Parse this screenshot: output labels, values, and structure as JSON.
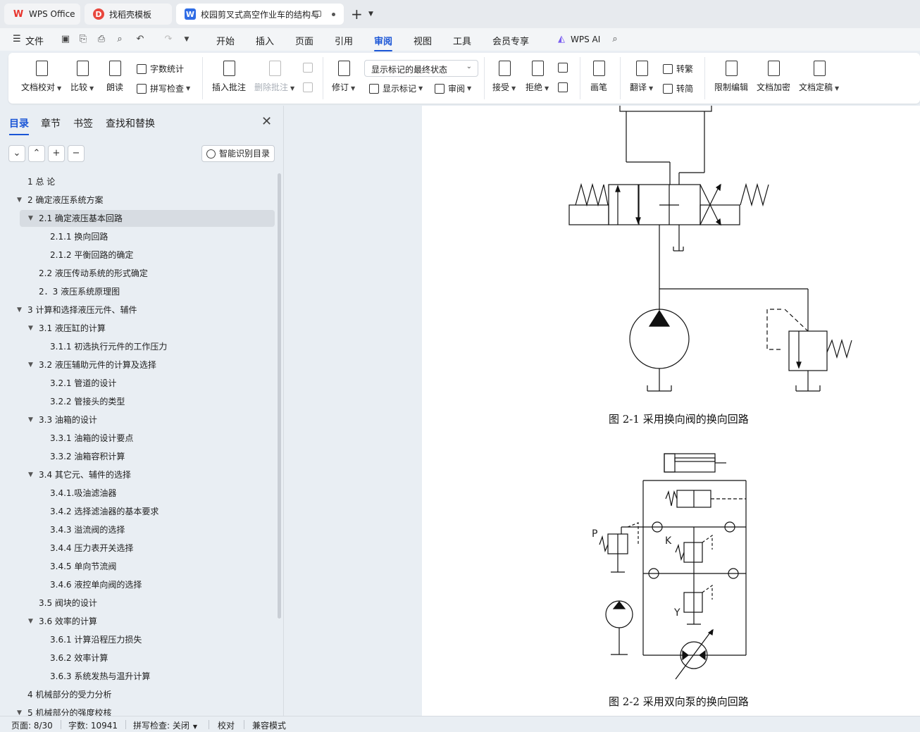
{
  "tabs": [
    {
      "label": "WPS Office"
    },
    {
      "label": "找稻壳模板"
    },
    {
      "label": "校园剪叉式高空作业车的结构与"
    }
  ],
  "menu": {
    "file": "文件",
    "items": [
      "开始",
      "插入",
      "页面",
      "引用",
      "审阅",
      "视图",
      "工具",
      "会员专享"
    ],
    "active": "审阅",
    "wps_ai": "WPS AI"
  },
  "ribbon": {
    "doc_check": "文档校对",
    "compare": "比较",
    "read_aloud": "朗读",
    "word_count": "字数统计",
    "spell_check": "拼写检查",
    "insert_comment": "插入批注",
    "delete_comment": "删除批注",
    "track_changes": "修订",
    "markup_state": "显示标记的最终状态",
    "show_markup": "显示标记",
    "review": "审阅",
    "accept": "接受",
    "reject": "拒绝",
    "pen": "画笔",
    "translate": "翻译",
    "to_traditional": "转繁",
    "to_simplified": "转简",
    "restrict_edit": "限制编辑",
    "encrypt": "文档加密",
    "finalize": "文档定稿"
  },
  "nav": {
    "tabs": [
      "目录",
      "章节",
      "书签",
      "查找和替换"
    ],
    "smart_toc": "智能识别目录",
    "toc": [
      {
        "text": "1  总   论",
        "level": 1,
        "arrow": ""
      },
      {
        "text": "2  确定液压系统方案",
        "level": 1,
        "arrow": "▼"
      },
      {
        "text": "2.1 确定液压基本回路",
        "level": 2,
        "arrow": "▼",
        "selected": true
      },
      {
        "text": "2.1.1 换向回路",
        "level": 3,
        "arrow": ""
      },
      {
        "text": "2.1.2 平衡回路的确定",
        "level": 3,
        "arrow": ""
      },
      {
        "text": "2.2  液压传动系统的形式确定",
        "level": 2,
        "arrow": ""
      },
      {
        "text": "2．3  液压系统原理图",
        "level": 2,
        "arrow": ""
      },
      {
        "text": "3  计算和选择液压元件、辅件",
        "level": 1,
        "arrow": "▼"
      },
      {
        "text": "3.1 液压缸的计算",
        "level": 2,
        "arrow": "▼"
      },
      {
        "text": "3.1.1  初选执行元件的工作压力",
        "level": 3,
        "arrow": ""
      },
      {
        "text": "3.2  液压辅助元件的计算及选择",
        "level": 2,
        "arrow": "▼"
      },
      {
        "text": "3.2.1 管道的设计",
        "level": 3,
        "arrow": ""
      },
      {
        "text": "3.2.2 管接头的类型",
        "level": 3,
        "arrow": ""
      },
      {
        "text": "3.3 油箱的设计",
        "level": 2,
        "arrow": "▼"
      },
      {
        "text": "3.3.1 油箱的设计要点",
        "level": 3,
        "arrow": ""
      },
      {
        "text": "3.3.2 油箱容积计算",
        "level": 3,
        "arrow": ""
      },
      {
        "text": "3.4    其它元、辅件的选择",
        "level": 2,
        "arrow": "▼"
      },
      {
        "text": "3.4.1.吸油滤油器",
        "level": 3,
        "arrow": ""
      },
      {
        "text": "3.4.2 选择滤油器的基本要求",
        "level": 3,
        "arrow": ""
      },
      {
        "text": "3.4.3 溢流阀的选择",
        "level": 3,
        "arrow": ""
      },
      {
        "text": "3.4.4 压力表开关选择",
        "level": 3,
        "arrow": ""
      },
      {
        "text": "3.4.5 单向节流阀",
        "level": 3,
        "arrow": ""
      },
      {
        "text": "3.4.6  液控单向阀的选择",
        "level": 3,
        "arrow": ""
      },
      {
        "text": "3.5 阀块的设计",
        "level": 2,
        "arrow": ""
      },
      {
        "text": "3.6  效率的计算",
        "level": 2,
        "arrow": "▼"
      },
      {
        "text": "3.6.1 计算沿程压力损失",
        "level": 3,
        "arrow": ""
      },
      {
        "text": "3.6.2 效率计算",
        "level": 3,
        "arrow": ""
      },
      {
        "text": "3.6.3 系统发热与温升计算",
        "level": 3,
        "arrow": ""
      },
      {
        "text": "4  机械部分的受力分析",
        "level": 1,
        "arrow": ""
      },
      {
        "text": "5  机械部分的强度校核",
        "level": 1,
        "arrow": "▼"
      }
    ]
  },
  "document": {
    "caption1": "图 2-1 采用换向阀的换向回路",
    "caption2": "图 2-2  采用双向泵的换向回路",
    "fig2_labels": {
      "p": "P",
      "k": "K",
      "y": "Y"
    }
  },
  "status": {
    "page": "页面: 8/30",
    "words": "字数: 10941",
    "spell": "拼写检查: 关闭",
    "proof": "校对",
    "compat": "兼容模式"
  },
  "colors": {
    "accent": "#1a55d6",
    "wps_red": "#e8352e",
    "docer_red": "#e8473e",
    "writer_blue": "#2f6ce5"
  }
}
